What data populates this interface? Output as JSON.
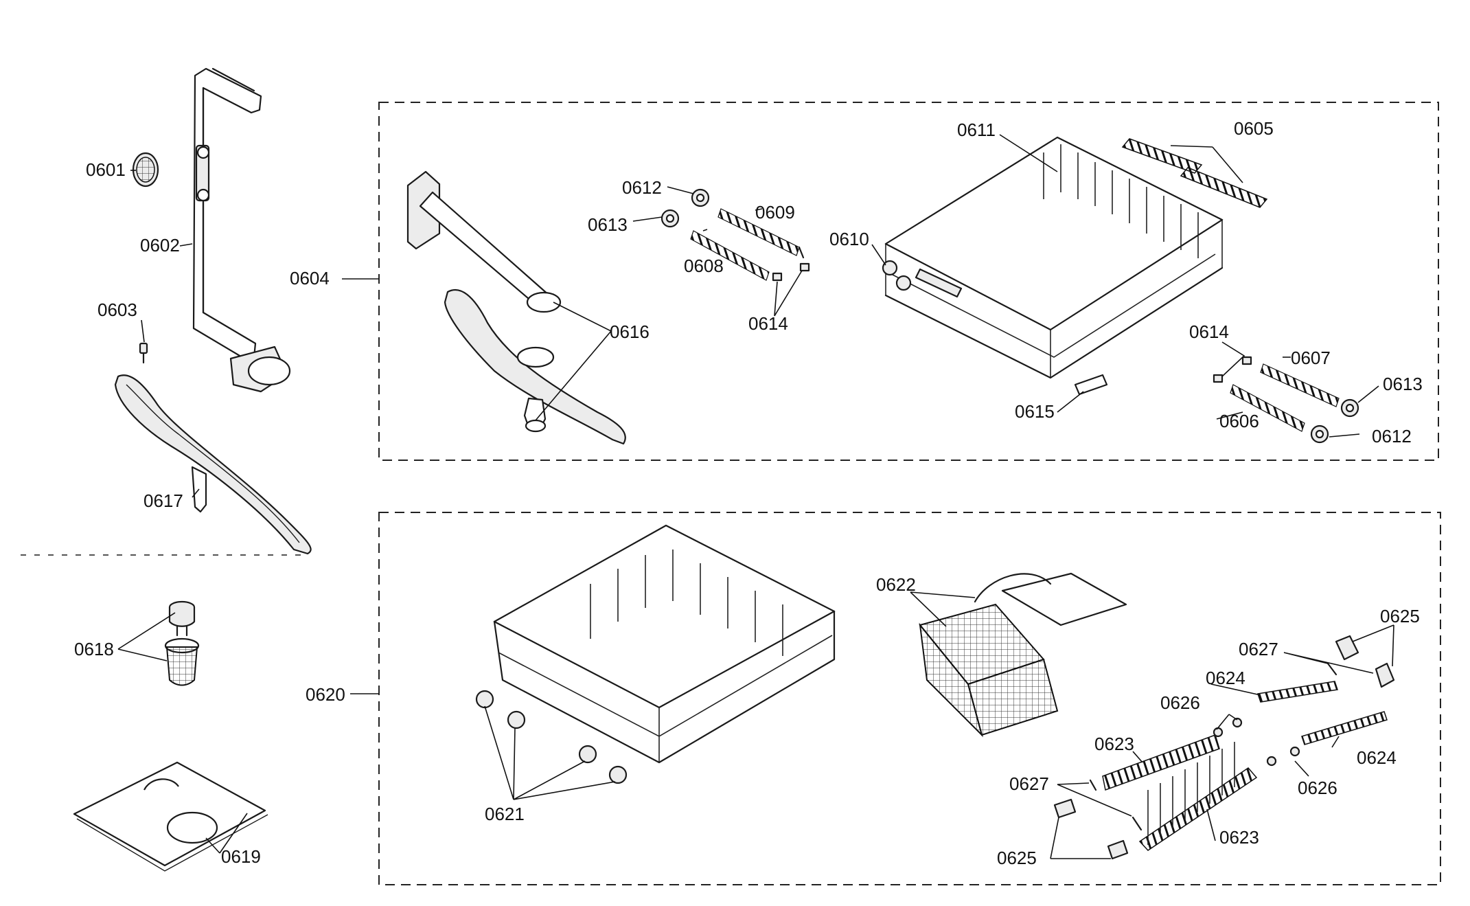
{
  "labels": {
    "p0601": "0601",
    "p0602": "0602",
    "p0603": "0603",
    "p0604": "0604",
    "p0605": "0605",
    "p0606": "0606",
    "p0607": "0607",
    "p0608": "0608",
    "p0609": "0609",
    "p0610": "0610",
    "p0611": "0611",
    "p0612a": "0612",
    "p0612b": "0612",
    "p0613a": "0613",
    "p0613b": "0613",
    "p0614a": "0614",
    "p0614b": "0614",
    "p0615": "0615",
    "p0616": "0616",
    "p0617": "0617",
    "p0618": "0618",
    "p0619": "0619",
    "p0620": "0620",
    "p0621": "0621",
    "p0622": "0622",
    "p0623a": "0623",
    "p0623b": "0623",
    "p0624a": "0624",
    "p0624b": "0624",
    "p0625a": "0625",
    "p0625b": "0625",
    "p0626a": "0626",
    "p0626b": "0626",
    "p0627a": "0627",
    "p0627b": "0627"
  }
}
